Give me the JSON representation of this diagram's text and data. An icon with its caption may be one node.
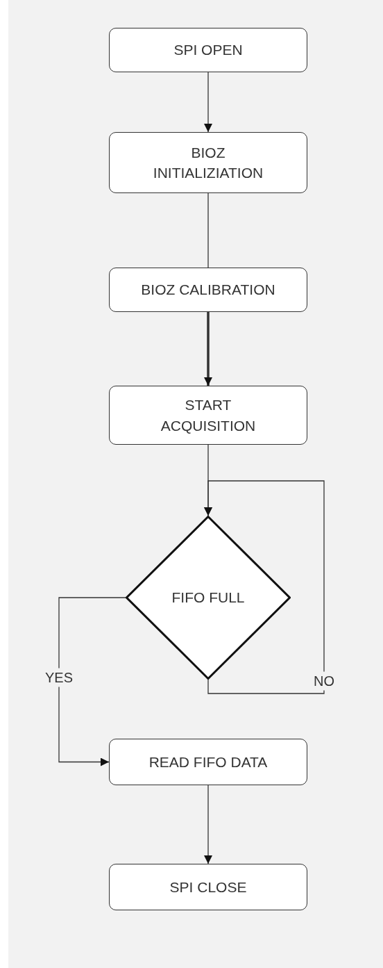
{
  "diagram": {
    "nodes": [
      {
        "text": [
          "SPI OPEN"
        ]
      },
      {
        "text": [
          "BIOZ INITIALIZIATION"
        ]
      },
      {
        "text": [
          "BIOZ CALIBRATION"
        ]
      },
      {
        "text": [
          "START ACQUISITION"
        ]
      },
      {
        "text": [
          "FIFO FULL"
        ]
      },
      {
        "text": [
          "READ FIFO DATA"
        ]
      },
      {
        "text": [
          "SPI CLOSE"
        ]
      }
    ],
    "edges": [
      {
        "from": 0,
        "to": 1,
        "arrow": "to"
      },
      {
        "from": 1,
        "to": 2,
        "arrow": "none"
      },
      {
        "from": 2,
        "to": 3,
        "arrow": "to",
        "style": "thick"
      },
      {
        "from": 3,
        "to": 4,
        "arrow": "to"
      },
      {
        "from": 4,
        "to": 4,
        "arrow": "to",
        "label": "NO"
      },
      {
        "from": 4,
        "to": 5,
        "arrow": "to",
        "label": "YES"
      },
      {
        "from": 5,
        "to": 6,
        "arrow": "to"
      }
    ]
  }
}
